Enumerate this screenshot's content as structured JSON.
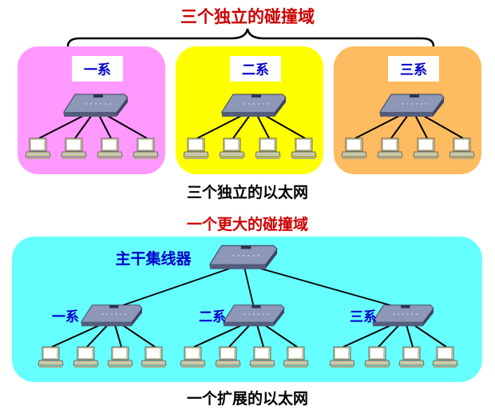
{
  "top": {
    "title": "三个独立的碰撞域",
    "caption": "三个独立的以太网",
    "departments": [
      {
        "label": "一系",
        "color": "#ff99ff"
      },
      {
        "label": "二系",
        "color": "#ffff00"
      },
      {
        "label": "三系",
        "color": "#ffbb5f"
      }
    ]
  },
  "bottom": {
    "title": "一个更大的碰撞域",
    "caption": "一个扩展的以太网",
    "backbone_label": "主干集线器",
    "background": "#66ffff",
    "departments": [
      {
        "label": "一系"
      },
      {
        "label": "二系"
      },
      {
        "label": "三系"
      }
    ]
  },
  "colors": {
    "title_red": "#cc0000",
    "label_blue": "#0000cc"
  }
}
